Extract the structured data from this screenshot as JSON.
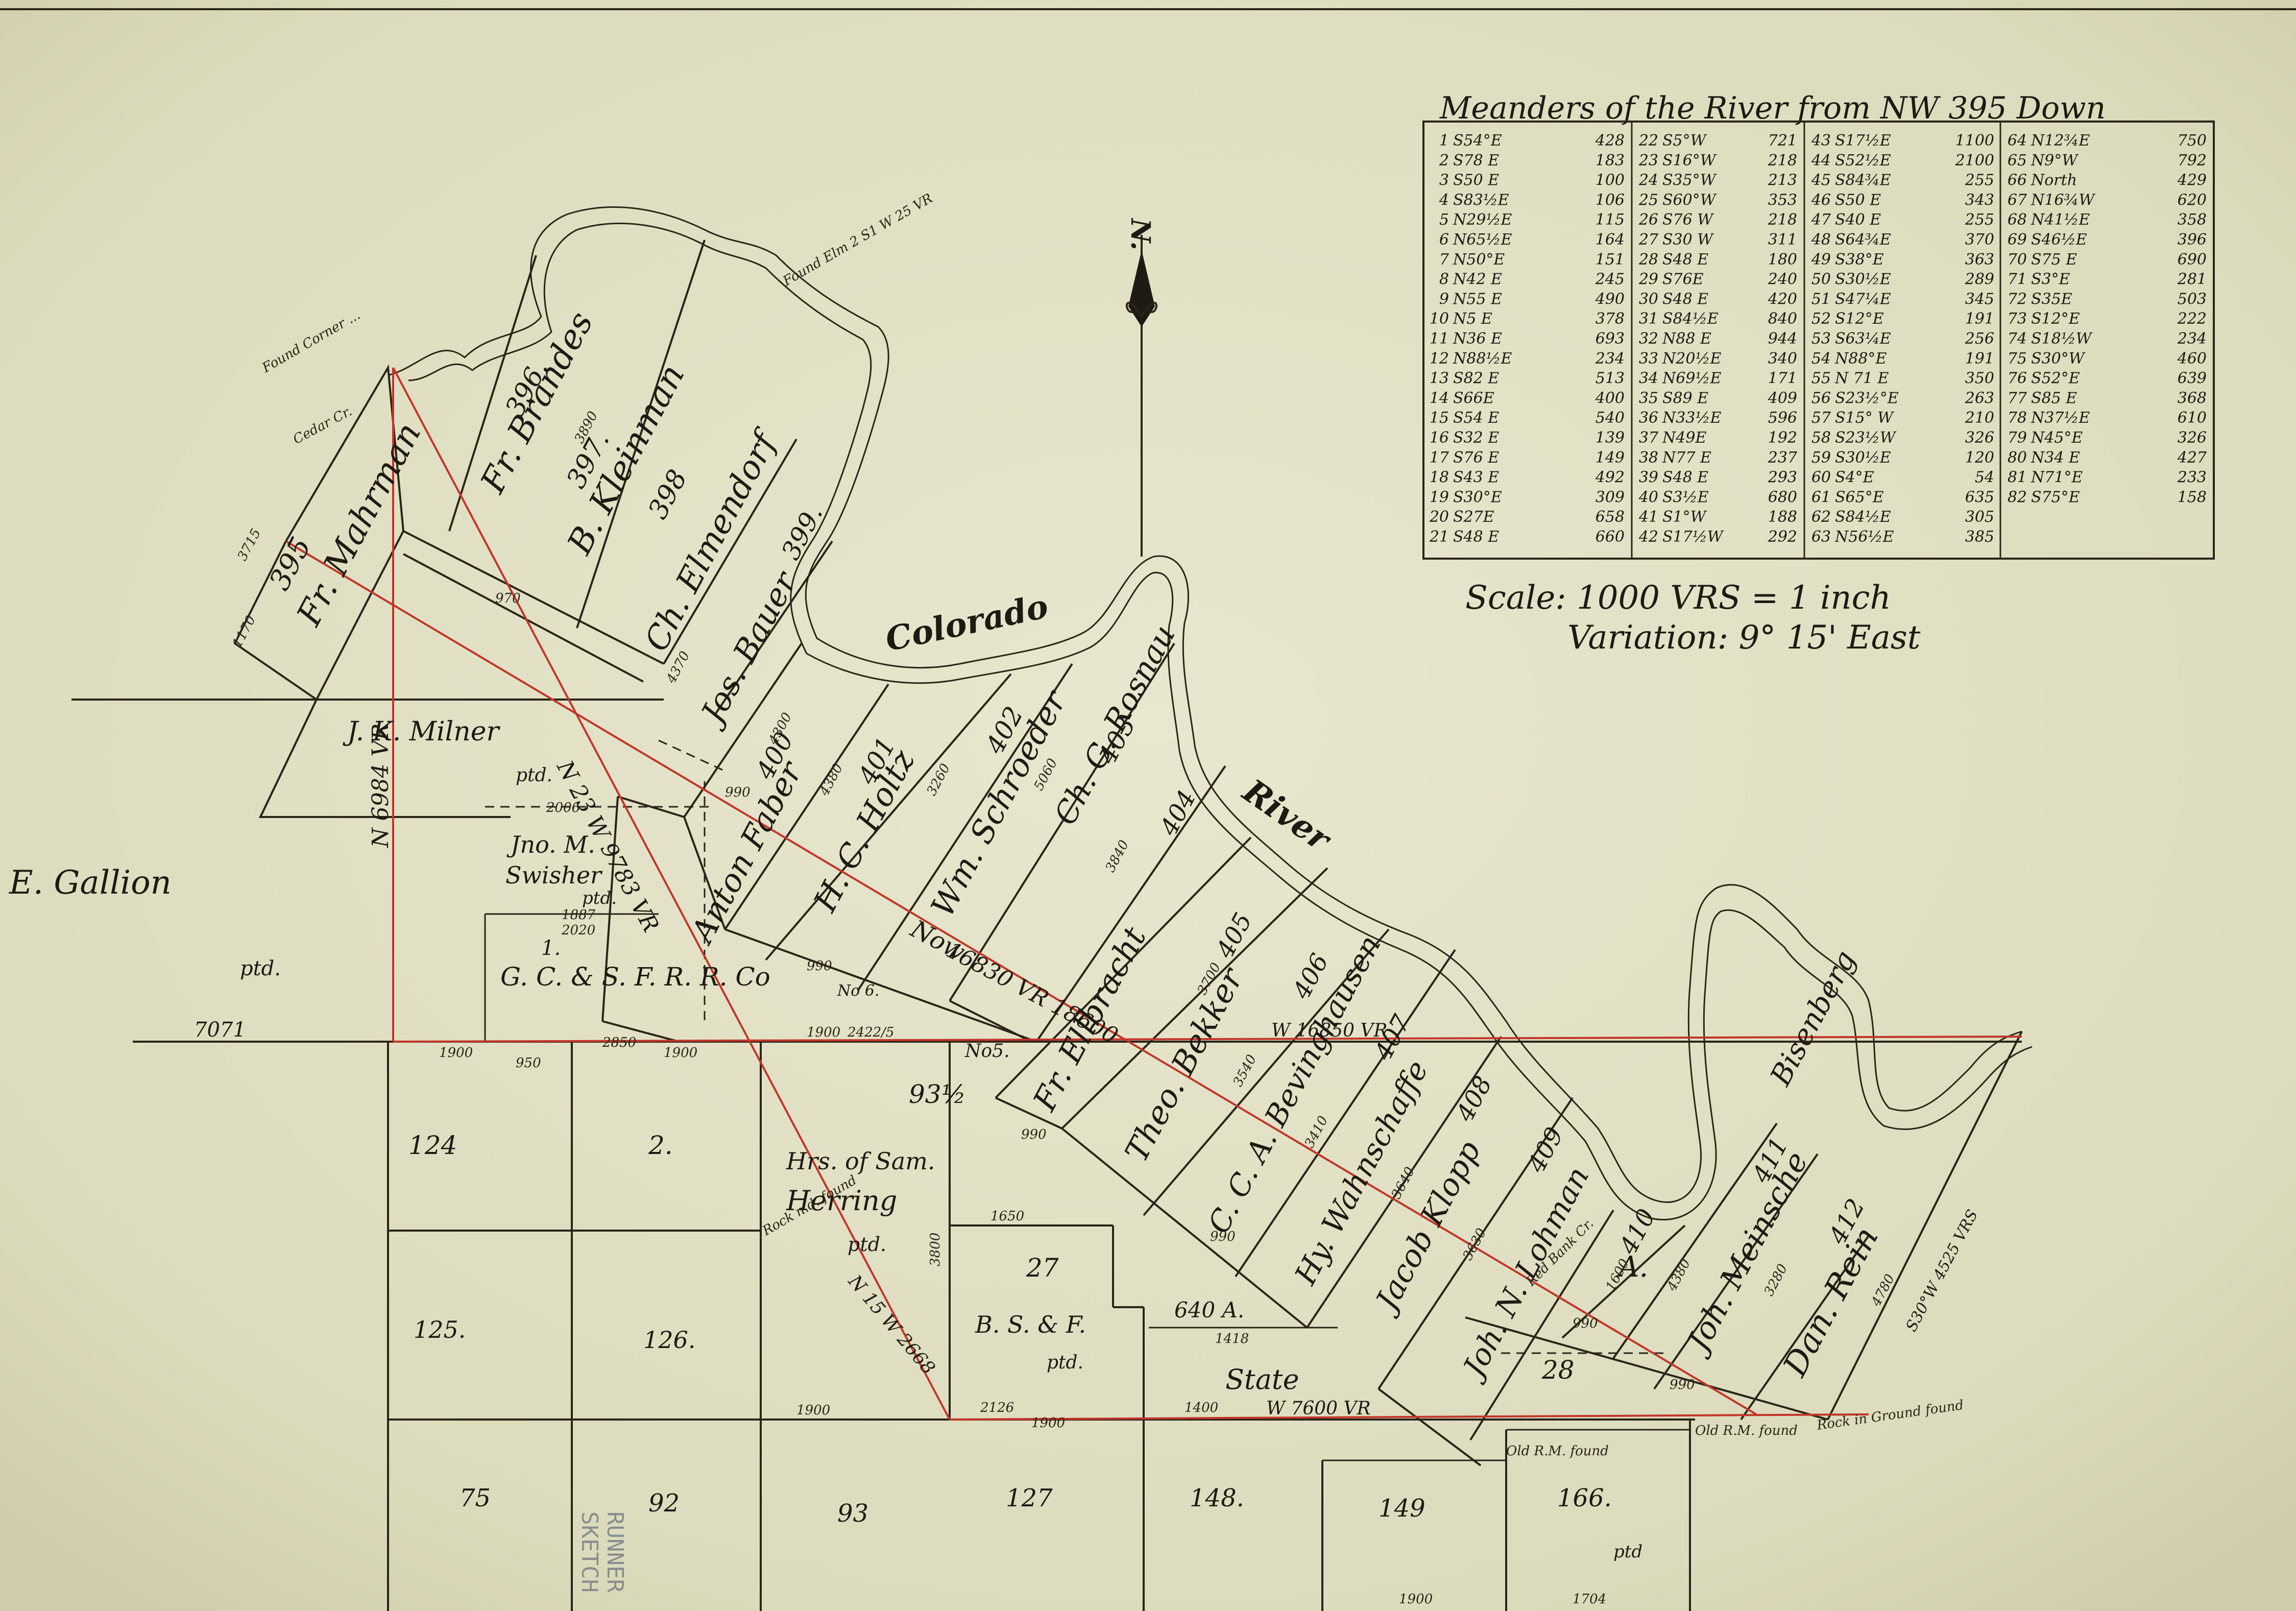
{
  "meanders": {
    "title": "Meanders of the River from NW 395 Down",
    "columns": [
      [
        [
          "1",
          "S54°E",
          "428"
        ],
        [
          "2",
          "S78 E",
          "183"
        ],
        [
          "3",
          "S50 E",
          "100"
        ],
        [
          "4",
          "S83½E",
          "106"
        ],
        [
          "5",
          "N29½E",
          "115"
        ],
        [
          "6",
          "N65½E",
          "164"
        ],
        [
          "7",
          "N50°E",
          "151"
        ],
        [
          "8",
          "N42 E",
          "245"
        ],
        [
          "9",
          "N55 E",
          "490"
        ],
        [
          "10",
          "N5 E",
          "378"
        ],
        [
          "11",
          "N36 E",
          "693"
        ],
        [
          "12",
          "N88½E",
          "234"
        ],
        [
          "13",
          "S82 E",
          "513"
        ],
        [
          "14",
          "S66E",
          "400"
        ],
        [
          "15",
          "S54 E",
          "540"
        ],
        [
          "16",
          "S32 E",
          "139"
        ],
        [
          "17",
          "S76 E",
          "149"
        ],
        [
          "18",
          "S43 E",
          "492"
        ],
        [
          "19",
          "S30°E",
          "309"
        ],
        [
          "20",
          "S27E",
          "658"
        ],
        [
          "21",
          "S48 E",
          "660"
        ]
      ],
      [
        [
          "22",
          "S5°W",
          "721"
        ],
        [
          "23",
          "S16°W",
          "218"
        ],
        [
          "24",
          "S35°W",
          "213"
        ],
        [
          "25",
          "S60°W",
          "353"
        ],
        [
          "26",
          "S76 W",
          "218"
        ],
        [
          "27",
          "S30 W",
          "311"
        ],
        [
          "28",
          "S48 E",
          "180"
        ],
        [
          "29",
          "S76E",
          "240"
        ],
        [
          "30",
          "S48 E",
          "420"
        ],
        [
          "31",
          "S84½E",
          "840"
        ],
        [
          "32",
          "N88 E",
          "944"
        ],
        [
          "33",
          "N20½E",
          "340"
        ],
        [
          "34",
          "N69½E",
          "171"
        ],
        [
          "35",
          "S89 E",
          "409"
        ],
        [
          "36",
          "N33½E",
          "596"
        ],
        [
          "37",
          "N49E",
          "192"
        ],
        [
          "38",
          "N77 E",
          "237"
        ],
        [
          "39",
          "S48 E",
          "293"
        ],
        [
          "40",
          "S3½E",
          "680"
        ],
        [
          "41",
          "S1°W",
          "188"
        ],
        [
          "42",
          "S17½W",
          "292"
        ]
      ],
      [
        [
          "43",
          "S17½E",
          "1100"
        ],
        [
          "44",
          "S52½E",
          "2100"
        ],
        [
          "45",
          "S84¾E",
          "255"
        ],
        [
          "46",
          "S50 E",
          "343"
        ],
        [
          "47",
          "S40 E",
          "255"
        ],
        [
          "48",
          "S64¾E",
          "370"
        ],
        [
          "49",
          "S38°E",
          "363"
        ],
        [
          "50",
          "S30½E",
          "289"
        ],
        [
          "51",
          "S47¼E",
          "345"
        ],
        [
          "52",
          "S12°E",
          "191"
        ],
        [
          "53",
          "S63¼E",
          "256"
        ],
        [
          "54",
          "N88°E",
          "191"
        ],
        [
          "55",
          "N 71 E",
          "350"
        ],
        [
          "56",
          "S23½°E",
          "263"
        ],
        [
          "57",
          "S15° W",
          "210"
        ],
        [
          "58",
          "S23½W",
          "326"
        ],
        [
          "59",
          "S30½E",
          "120"
        ],
        [
          "60",
          "S4°E",
          "54"
        ],
        [
          "61",
          "S65°E",
          "635"
        ],
        [
          "62",
          "S84½E",
          "305"
        ],
        [
          "63",
          "N56½E",
          "385"
        ]
      ],
      [
        [
          "64",
          "N12¾E",
          "750"
        ],
        [
          "65",
          "N9°W",
          "792"
        ],
        [
          "66",
          "North",
          "429"
        ],
        [
          "67",
          "N16¾W",
          "620"
        ],
        [
          "68",
          "N41½E",
          "358"
        ],
        [
          "69",
          "S46½E",
          "396"
        ],
        [
          "70",
          "S75 E",
          "690"
        ],
        [
          "71",
          "S3°E",
          "281"
        ],
        [
          "72",
          "S35E",
          "503"
        ],
        [
          "73",
          "S12°E",
          "222"
        ],
        [
          "74",
          "S18½W",
          "234"
        ],
        [
          "75",
          "S30°W",
          "460"
        ],
        [
          "76",
          "S52°E",
          "639"
        ],
        [
          "77",
          "S85 E",
          "368"
        ],
        [
          "78",
          "N37½E",
          "610"
        ],
        [
          "79",
          "N45°E",
          "326"
        ],
        [
          "80",
          "N34 E",
          "427"
        ],
        [
          "81",
          "N71°E",
          "233"
        ],
        [
          "82",
          "S75°E",
          "158"
        ]
      ]
    ]
  },
  "scale": {
    "line1": "Scale: 1000 VRS = 1 inch",
    "line2": "Variation: 9° 15' East"
  },
  "north": "N.",
  "river": {
    "word1": "Colorado",
    "word2": "River"
  },
  "names": {
    "gallion": "E. Gallion",
    "gallion_ptd": "ptd.",
    "mahrman_num": "395",
    "mahrman": "Fr. Mahrman",
    "brandes_num": "396.",
    "brandes": "Fr. Brandes",
    "kleinman_num": "397.",
    "kleinman": "B. Kleinman",
    "elmendorf_num": "398",
    "elmendorf": "Ch. Elmendorf",
    "bauer_num": "399.",
    "bauer": "Jos. Bauer",
    "milner": "J. K. Milner",
    "milner_ptd": "ptd.",
    "swisher1": "Jno. M.",
    "swisher2": "Swisher",
    "swisher_ptd": "ptd.",
    "faber_num": "400",
    "faber": "Anton Faber",
    "holtz_num": "401",
    "holtz": "H. C. Holtz",
    "schroeder_num": "402",
    "schroeder": "Wm. Schroeder",
    "rosnau_num": "403",
    "rosnau": "Ch. G. Rosnau",
    "num404": "404",
    "ellbracht": "Fr. Ellbracht",
    "num405": "405",
    "bekker": "Theo. Bekker",
    "num406": "406",
    "bevinghausen": "C. C. A. Bevinghausen",
    "num407": "407",
    "wahnschaffe": "Hy. Wahnschaffe",
    "num408": "408",
    "klopp": "Jacob Klopp",
    "num409": "409",
    "lohman": "Joh. N. Lohman",
    "num410": "410",
    "num410a": "A.",
    "bisenberg": "Bisenberg",
    "num411": "411",
    "meinsche": "Joh. Meinsche",
    "num412": "412",
    "rein": "Dan. Rein",
    "gcsf1": "1.",
    "gcsf": "G. C. & S. F. R. R. Co",
    "n124": "124",
    "n2": "2.",
    "n93half": "93½",
    "herring1": "Hrs. of Sam.",
    "herring2": "Herring",
    "herring_ptd": "ptd.",
    "n27": "27",
    "bsf": "B. S. & F.",
    "bsf_ptd": "ptd.",
    "n640": "640 A.",
    "state": "State",
    "n28": "28",
    "n125": "125.",
    "n126": "126.",
    "n75": "75",
    "n92": "92",
    "n93": "93",
    "n127": "127",
    "n148": "148.",
    "n149": "149",
    "n166": "166.",
    "ptd_generic": "ptd",
    "cedar": "Cedar Cr.",
    "rock_found": "Rock n.d. found"
  },
  "lines": {
    "n6984": "N 6984 VR",
    "n23w": "N 23 W 9783 VR",
    "l7071": "7071",
    "l18600": "16830 VR 18600",
    "l16850": "W 16850 VR",
    "l7600": "W 7600 VR",
    "n15w": "N 15 W 2668",
    "now": "Now",
    "n5": "No5.",
    "n6": "No 6.",
    "s30w": "S30°W 4525 VRS"
  },
  "dims": {
    "d1900a": "1900",
    "d2850": "2850",
    "d1900b": "1900",
    "d2422": "2422/5",
    "d950": "950",
    "d1900c": "1900",
    "d2126": "2126",
    "d1900d": "1900",
    "d1400": "1400",
    "d1900e": "1900",
    "d1900f": "1900",
    "d1704": "1704",
    "d1650": "1650",
    "d3800": "3800",
    "d1418": "1418",
    "d2006": "2006",
    "d1887": "1887",
    "d2020": "2020",
    "d990a": "990",
    "d990b": "990",
    "d990c": "990",
    "d990d": "990",
    "d990e": "990",
    "d990f": "990",
    "d3715": "3715",
    "d1170": "1170",
    "d970": "970",
    "d3890": "3890",
    "d4370": "4370",
    "d4300": "4300",
    "d4380": "4380",
    "d3260": "3260",
    "d5060": "5060",
    "d3840": "3840",
    "d3700": "3700",
    "d3540": "3540",
    "d3410": "3410",
    "d3640": "3640",
    "d3630": "3630",
    "d1600": "1600",
    "d4380b": "4380",
    "d3280": "3280",
    "d4780": "4780"
  },
  "notes": {
    "found_corner": "Found Corner ...",
    "found_elm": "Found Elm 2 S1 W 25 VR",
    "old_rm": "Old R.M. found",
    "old_rm2": "Old R.M. found",
    "red_bank": "Red Bank Cr.",
    "rock_ground": "Rock in Ground found"
  },
  "stamp": {
    "runner": "RUNNER",
    "sketch": "SKETCH"
  },
  "colors": {
    "paper": "#e3e2c6",
    "ink": "#2a2418",
    "survey_red": "#c2352a"
  }
}
